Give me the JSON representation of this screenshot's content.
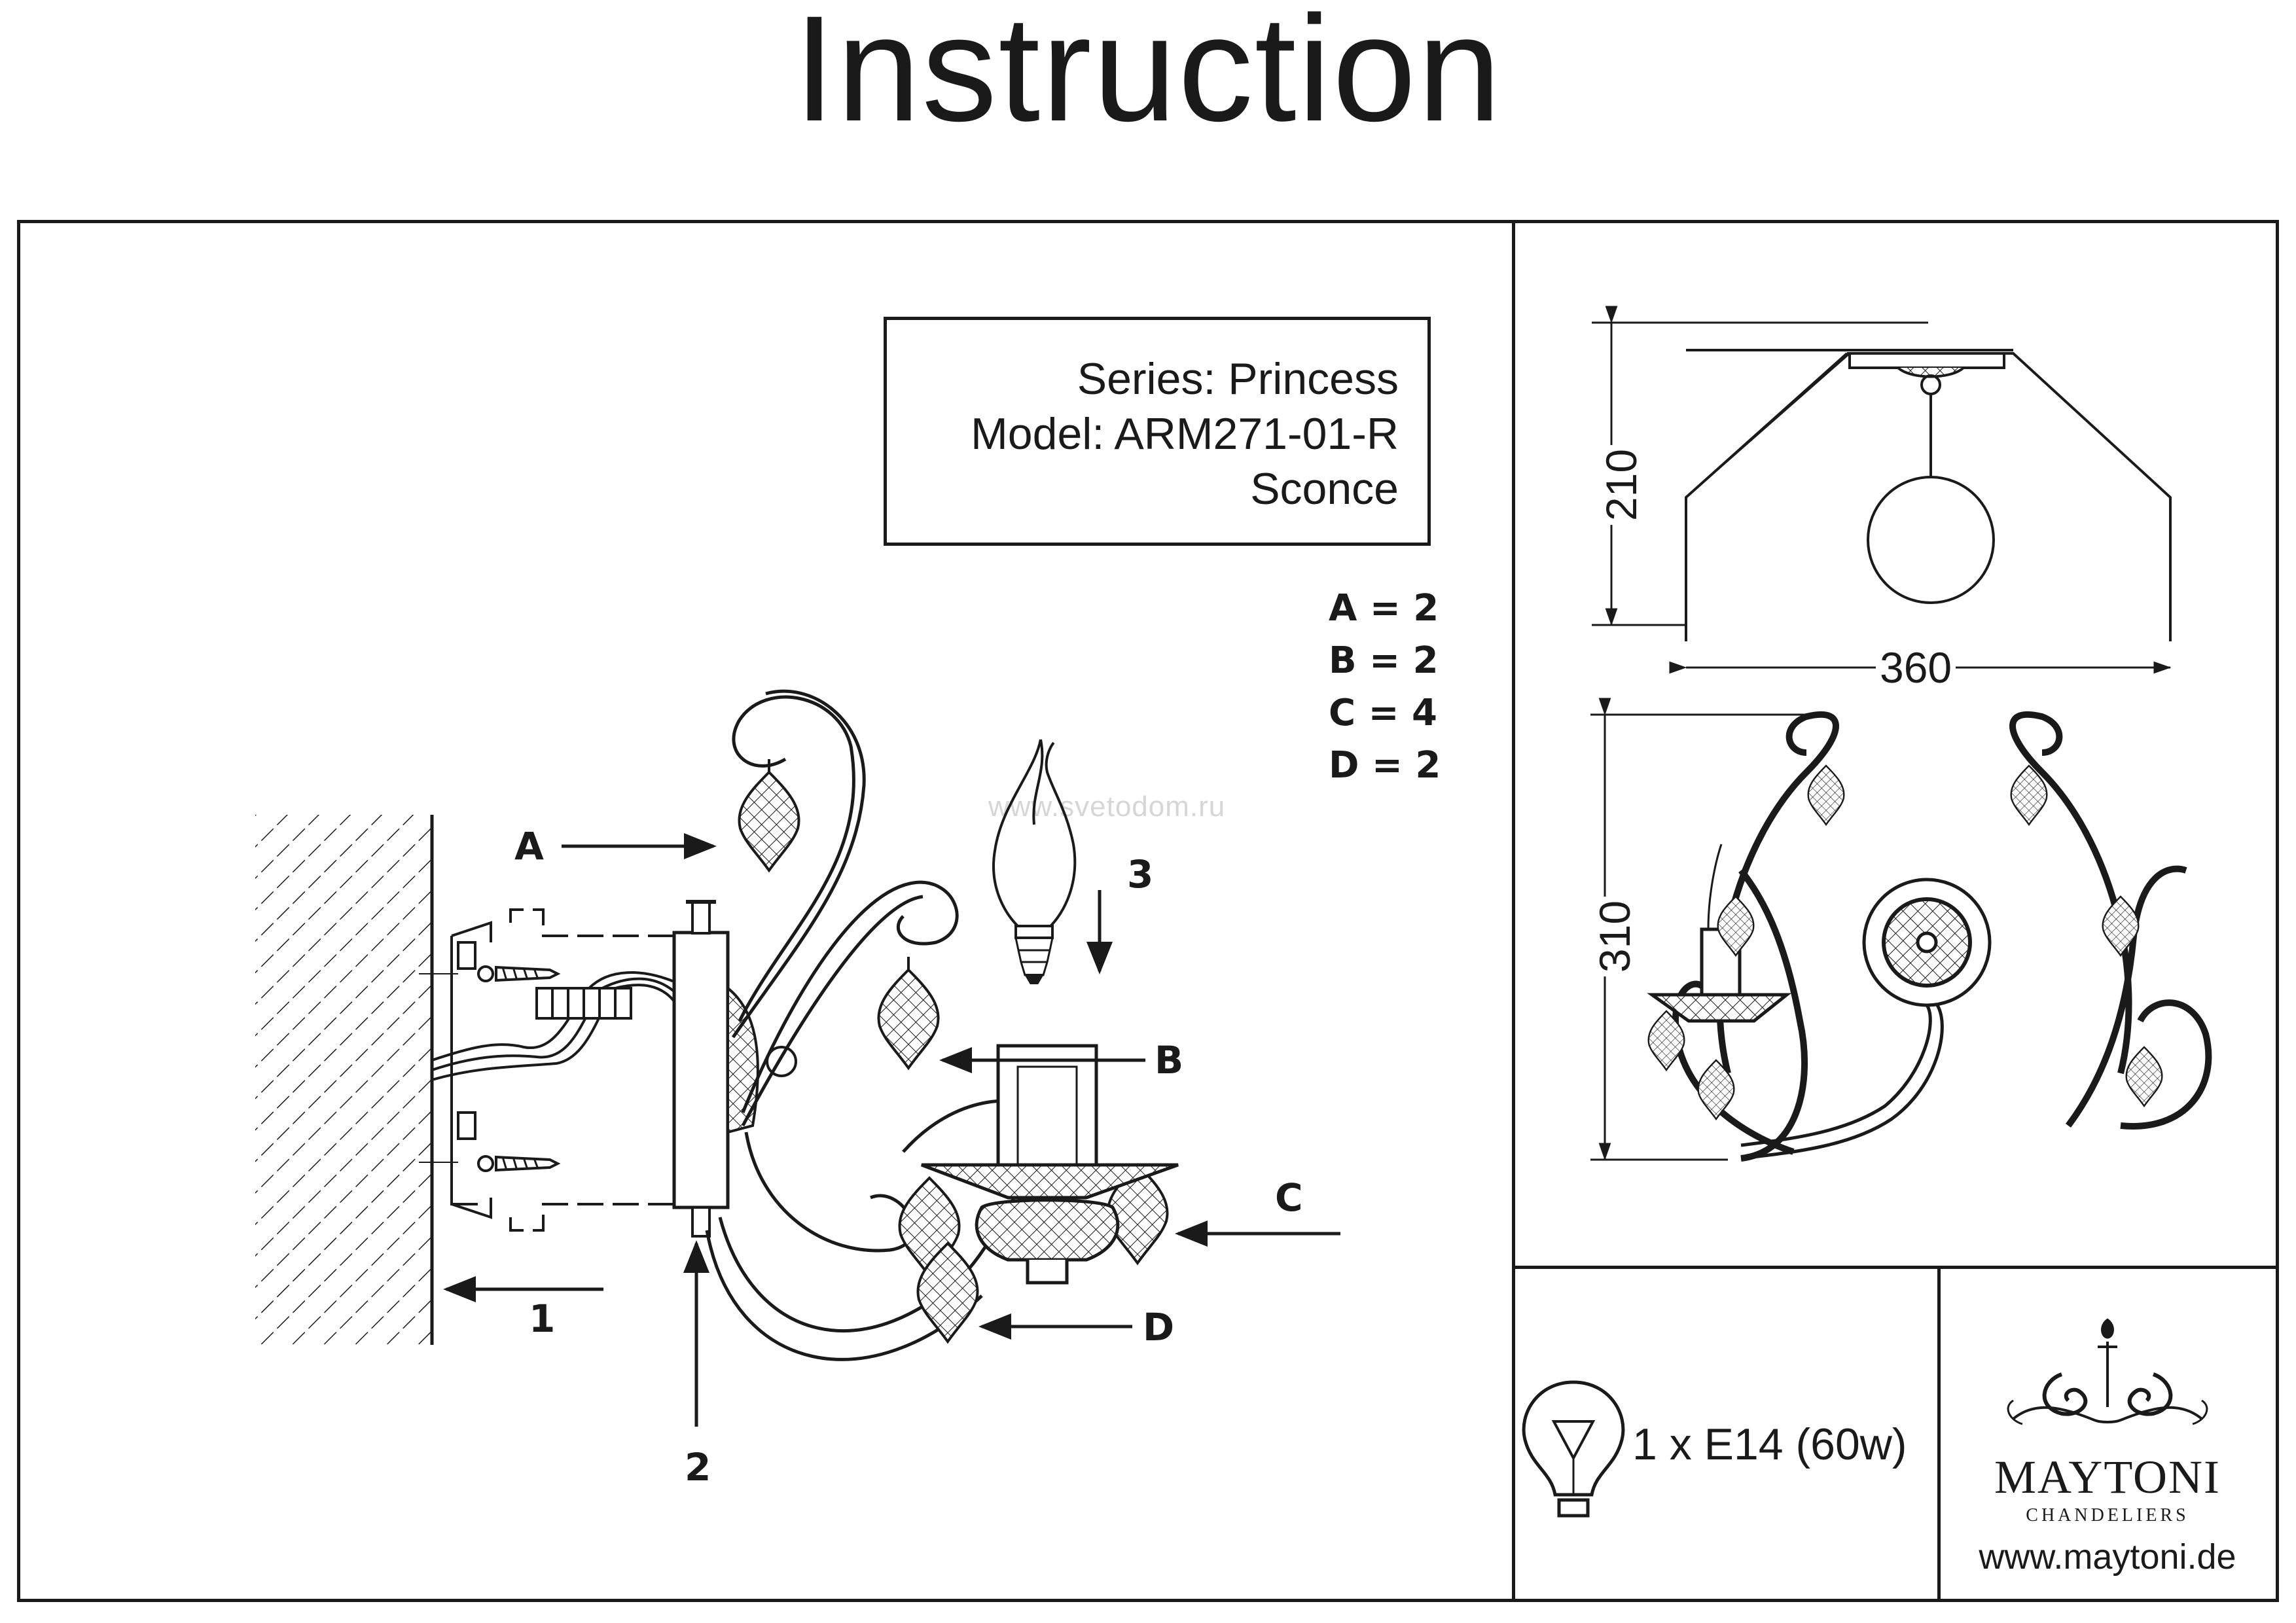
{
  "title": "Instruction",
  "info": {
    "series": "Series: Princess",
    "model": "Model: ARM271-01-R",
    "type": "Sconce"
  },
  "parts": [
    "A = 2",
    "B = 2",
    "C = 4",
    "D = 2"
  ],
  "callouts": {
    "a": "A",
    "b": "B",
    "c": "C",
    "d": "D",
    "step1": "1",
    "step2": "2",
    "step3": "3"
  },
  "watermark": "www.svetodom.ru",
  "dimensions": {
    "height_top": "210",
    "width_top": "360",
    "height_front": "310"
  },
  "bulb": "1 x E14 (60w)",
  "brand": {
    "name": "MAYTONI",
    "subtitle": "CHANDELIERS",
    "website": "www.maytoni.de"
  },
  "icons": {
    "bulb": "light-bulb-icon",
    "logo": "maytoni-fleur-logo"
  }
}
